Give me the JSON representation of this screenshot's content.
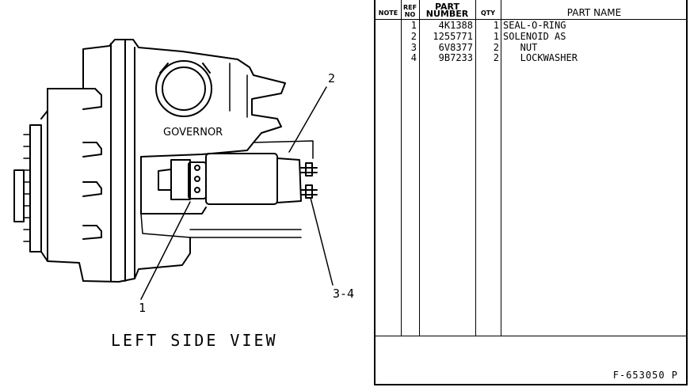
{
  "diagram": {
    "governor_label": "GOVERNOR",
    "view_title": "LEFT SIDE VIEW",
    "callouts": [
      "1",
      "2",
      "3-4"
    ]
  },
  "table": {
    "headers": {
      "note": "NOTE",
      "ref_no_1": "REF",
      "ref_no_2": "NO",
      "part_number_1": "PART",
      "part_number_2": "NUMBER",
      "qty": "QTY",
      "part_name": "PART NAME"
    },
    "rows": [
      {
        "ref": "1",
        "part_number": "4K1388",
        "qty": "1",
        "name": "SEAL-O-RING"
      },
      {
        "ref": "2",
        "part_number": "1255771",
        "qty": "1",
        "name": "SOLENOID AS"
      },
      {
        "ref": "3",
        "part_number": "6V8377",
        "qty": "2",
        "name": "   NUT"
      },
      {
        "ref": "4",
        "part_number": "9B7233",
        "qty": "2",
        "name": "   LOCKWASHER"
      }
    ],
    "footer": "F-653050 P"
  }
}
